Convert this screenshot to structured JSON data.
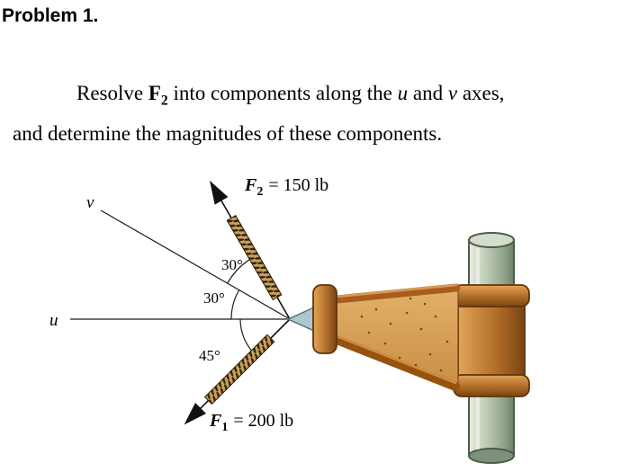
{
  "heading": "Problem 1.",
  "statement": {
    "line1_part1": "Resolve ",
    "force_symbol": "F",
    "force_subscript": "2",
    "line1_part2": " into components along the ",
    "u_symbol": "u",
    "line1_part3": " and ",
    "v_symbol": "v",
    "line1_part4": " axes,",
    "line2": "and determine the magnitudes of these components."
  },
  "diagram": {
    "f2": {
      "symbol": "F",
      "subscript": "2",
      "value": "= 150 lb"
    },
    "f1": {
      "symbol": "F",
      "subscript": "1",
      "value": "= 200 lb"
    },
    "angles": {
      "f2_to_v": "30°",
      "v_to_u": "30°",
      "u_to_f1": "45°"
    },
    "axes": {
      "u": "u",
      "v": "v"
    },
    "colors": {
      "copper": "#b06a25",
      "pipe_green": "#a8bba3",
      "cone_blue": "#adc6cf",
      "line": "#1a1a1a"
    }
  }
}
